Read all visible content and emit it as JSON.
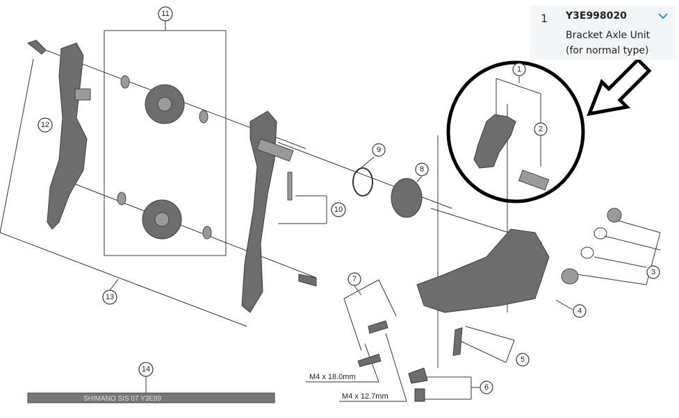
{
  "diagram": {
    "callouts": [
      "1",
      "2",
      "3",
      "4",
      "5",
      "6",
      "7",
      "8",
      "9",
      "10",
      "11",
      "12",
      "13",
      "14"
    ],
    "dimension_labels": {
      "bolt_long": "M4 x 18.0mm",
      "bolt_short": "M4 x 12.7mm"
    },
    "cable_housing_text": "SHIMANO SIS  07 Y3E89"
  },
  "popup": {
    "index": "1",
    "part_code": "Y3E998020",
    "description": "Bracket Axle Unit (for normal type)",
    "expand_icon": "chevron-down-icon",
    "accent": "#1a9ad6"
  }
}
